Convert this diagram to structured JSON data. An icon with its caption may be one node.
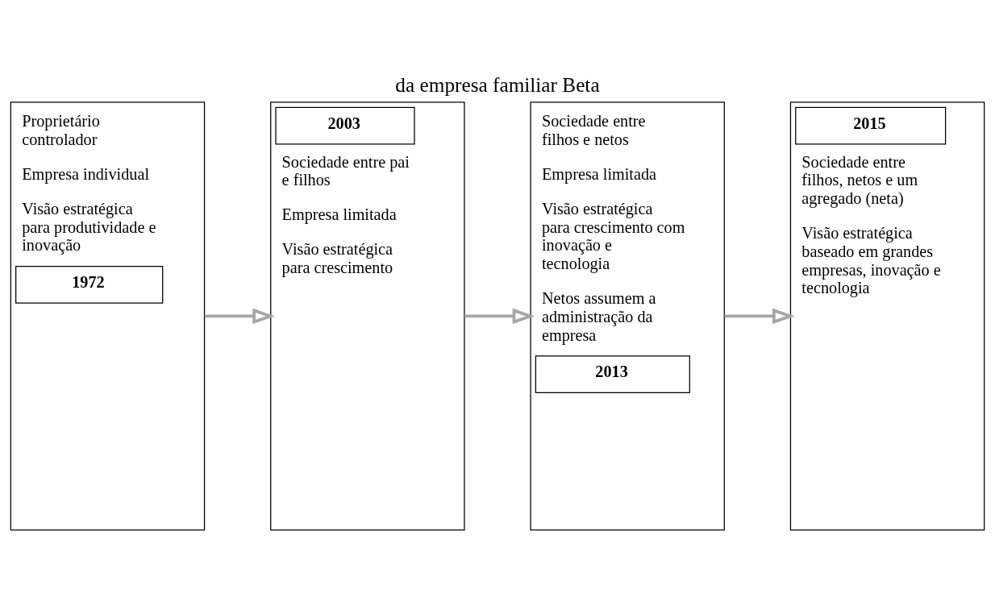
{
  "diagram": {
    "title": "da empresa familiar Beta",
    "nodes": [
      {
        "text": [
          "Proprietário controlador",
          "Empresa individual",
          "Visão estratégica para produtividade e inovação",
          "1972"
        ]
      },
      {
        "text": [
          "2003",
          "Sociedade entre pai e filhos",
          "Empresa limitada",
          "Visão estratégica para crescimento"
        ]
      },
      {
        "text": [
          "Sociedade entre filhos e netos",
          "Empresa limitada",
          "Visão estratégica para crescimento com inovação e tecnologia",
          "Netos assumem a administração da empresa",
          "2013"
        ]
      },
      {
        "text": [
          "2015",
          "Sociedade entre filhos, netos e um agregado (neta)",
          "Visão estratégica baseado em grandes empresas, inovação e tecnologia"
        ]
      }
    ],
    "edges": [
      {
        "from": 0,
        "to": 1,
        "arrow": "to"
      },
      {
        "from": 1,
        "to": 2,
        "arrow": "to"
      },
      {
        "from": 2,
        "to": 3,
        "arrow": "to"
      }
    ]
  }
}
